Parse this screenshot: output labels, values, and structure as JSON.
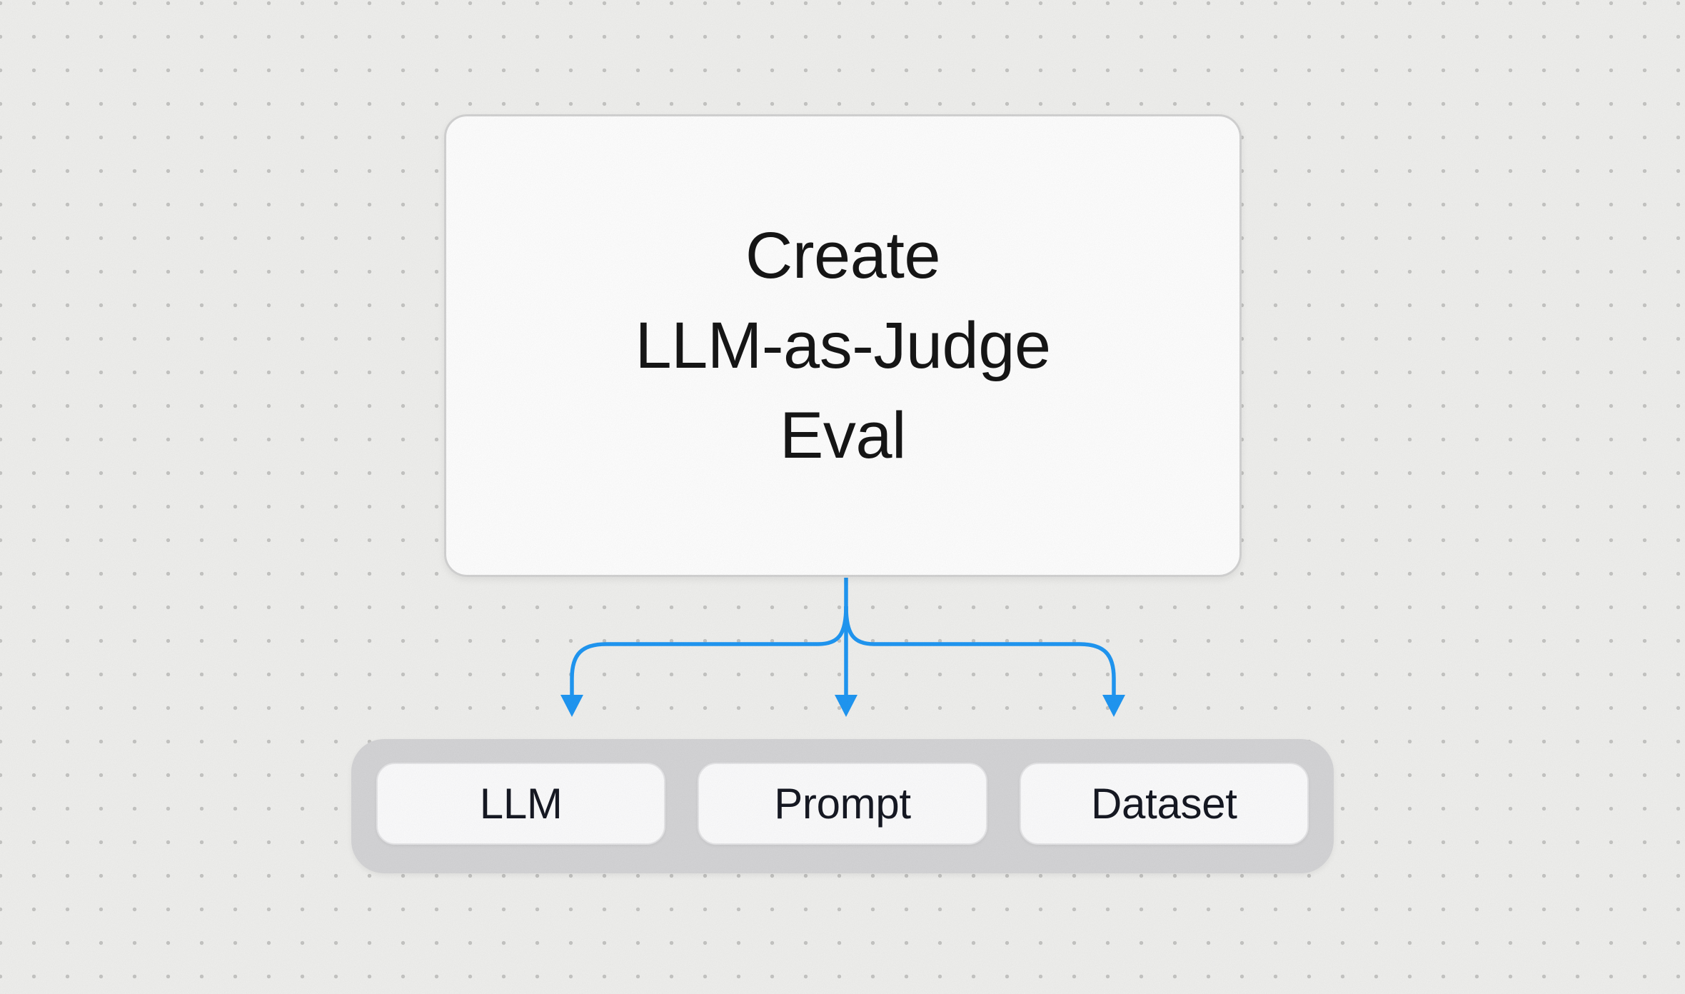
{
  "main_node": {
    "lines": [
      "Create",
      "LLM-as-Judge",
      "Eval"
    ]
  },
  "children": [
    {
      "label": "LLM"
    },
    {
      "label": "Prompt"
    },
    {
      "label": "Dataset"
    }
  ],
  "colors": {
    "canvas-bg": "#f0f0ee",
    "dot": "#c6c6c4",
    "node-bg": "#ffffff",
    "node-border": "#d3d3d3",
    "group-bg": "#d5d5d7",
    "child-bg": "#fcfcfd",
    "child-border": "#e6e6e8",
    "arrow": "#2097f3",
    "title-text": "#161616",
    "child-text": "#161923"
  }
}
